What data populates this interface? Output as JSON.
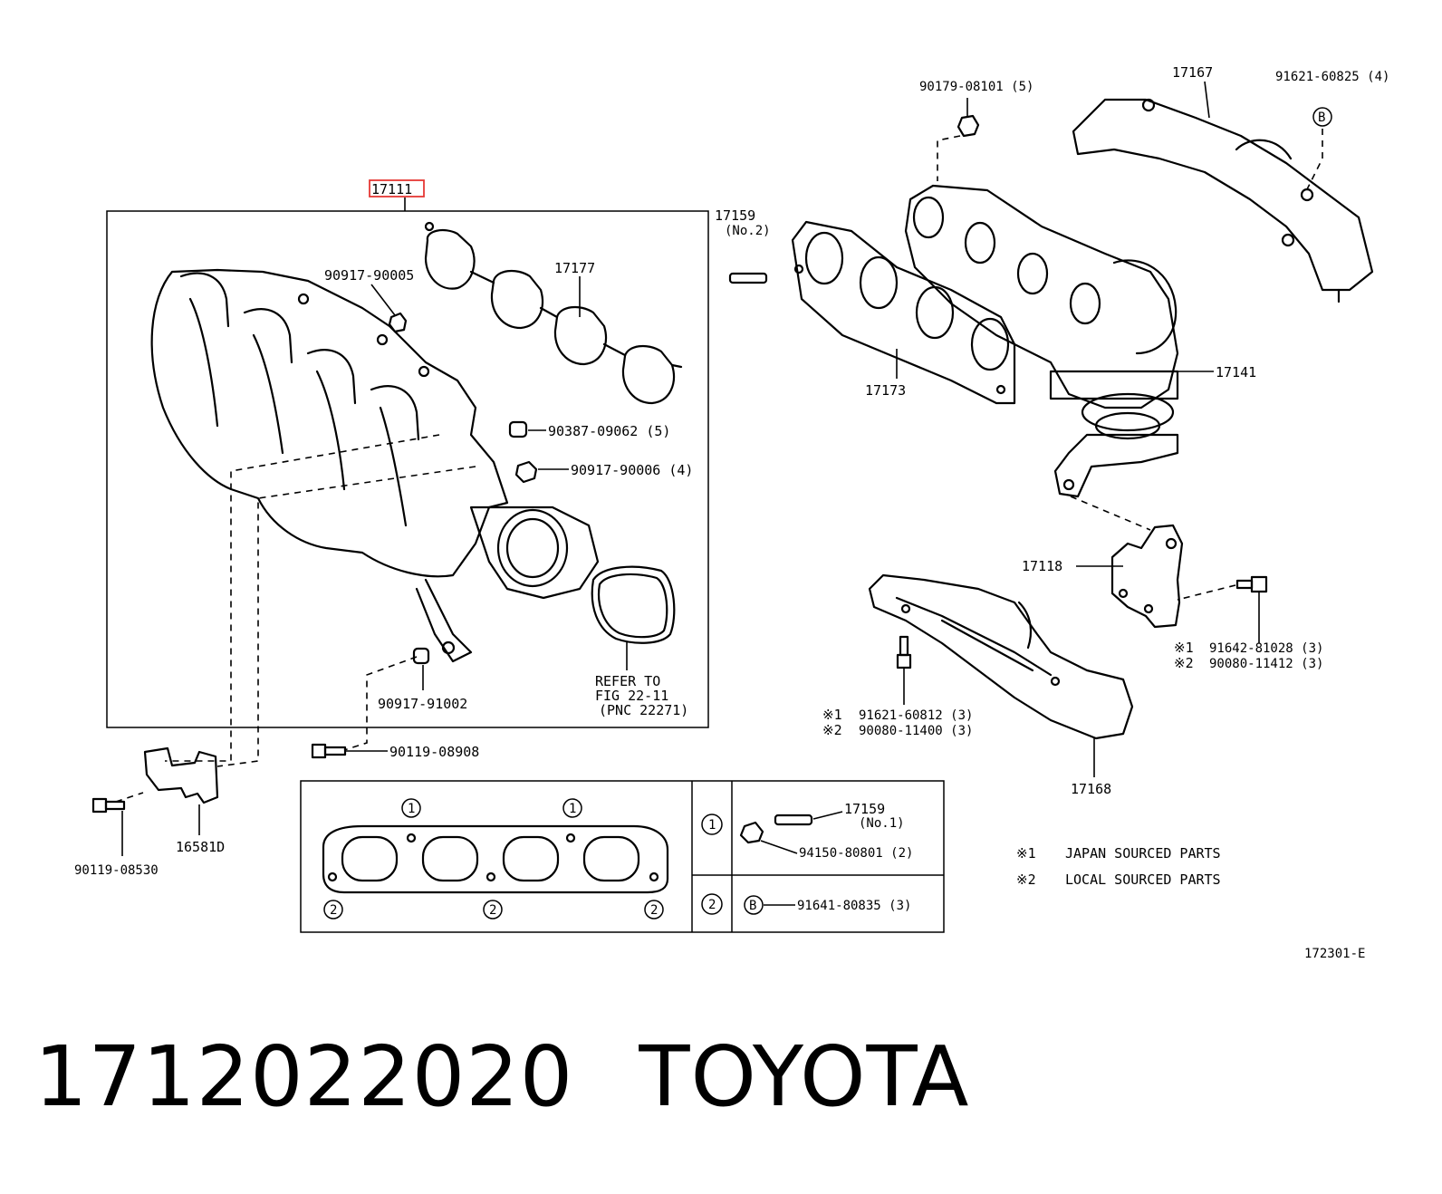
{
  "parts": {
    "p17111": "17111",
    "p17177": "17177",
    "p90917_90005": "90917-90005",
    "p90387_09062": "90387-09062 (5)",
    "p90917_90006": "90917-90006 (4)",
    "p90917_91002": "90917-91002",
    "p90119_08908": "90119-08908",
    "p16581D": "16581D",
    "p90119_08530": "90119-08530",
    "p17159_no2": "17159",
    "p17159_no2_sub": "(No.2)",
    "p90179_08101": "90179-08101 (5)",
    "p17167": "17167",
    "p91621_60825": "91621-60825 (4)",
    "p17173": "17173",
    "p17141": "17141",
    "p17118": "17118",
    "p91642_81028": "91642-81028 (3)",
    "p90080_11412": "90080-11412 (3)",
    "p91621_60812": "91621-60812 (3)",
    "p90080_11400": "90080-11400 (3)",
    "p17168": "17168"
  },
  "refer": {
    "line1": "REFER TO",
    "line2": "FIG 22-11",
    "line3": "(PNC 22271)"
  },
  "marks": {
    "m1": "※1",
    "m2": "※2",
    "circle1": "1",
    "circle2": "2",
    "circleB": "B"
  },
  "inset": {
    "stud_label": "17159",
    "stud_sub": "(No.1)",
    "nut_label": "94150-80801 (2)",
    "bolt_label": "91641-80835 (3)"
  },
  "notes": {
    "n1": "JAPAN SOURCED PARTS",
    "n2": "LOCAL SOURCED PARTS"
  },
  "figure_code": "172301-E",
  "caption": {
    "part_number": "1712022020",
    "brand": "TOYOTA"
  },
  "highlight_color": "#e53935"
}
